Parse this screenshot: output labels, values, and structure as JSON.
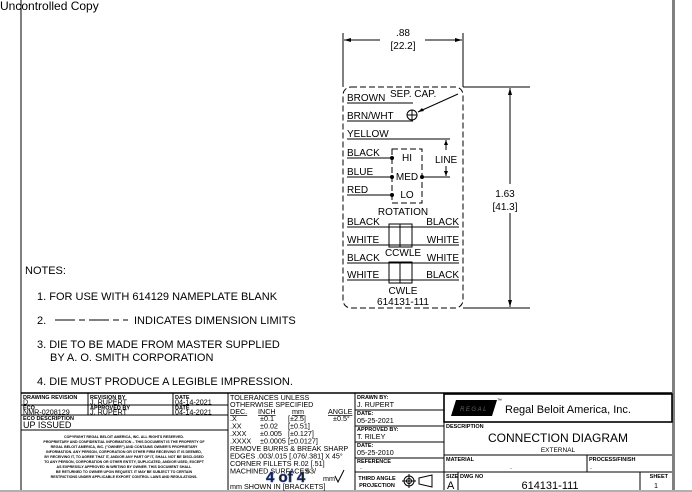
{
  "header": {
    "watermark": "Uncontrolled Copy"
  },
  "notes": {
    "title": "NOTES:",
    "items": [
      "1. FOR USE WITH 614129 NAMEPLATE BLANK",
      "2.",
      "INDICATES DIMENSION LIMITS",
      "3. DIE TO BE MADE FROM MASTER SUPPLIED",
      "BY A. O. SMITH CORPORATION",
      "4. DIE MUST PRODUCE A LEGIBLE IMPRESSION."
    ]
  },
  "drawing": {
    "width_in": ".88",
    "width_mm": "[22.2]",
    "height_in": "1.63",
    "height_mm": "[41.3]",
    "sep_cap": "SEP. CAP.",
    "wires_left": [
      "BROWN",
      "BRN/WHT",
      "YELLOW",
      "BLACK",
      "BLUE",
      "RED"
    ],
    "speeds": [
      "HI",
      "MED",
      "LO"
    ],
    "line": "LINE",
    "rotation": "ROTATION",
    "ccwle": {
      "label": "CCWLE",
      "left": [
        "BLACK",
        "WHITE"
      ],
      "right": [
        "BLACK",
        "WHITE"
      ]
    },
    "cwle": {
      "label": "CWLE",
      "left": [
        "BLACK",
        "WHITE"
      ],
      "right": [
        "WHITE",
        "BLACK"
      ]
    },
    "part_number": "614131-111"
  },
  "title_block": {
    "drawing_revision_label": "DRAWING REVISION",
    "drawing_revision": "D",
    "revision_by_label": "REVISION BY",
    "revision_by": "J. RUPERT",
    "date_label": "DATE",
    "revision_date": "04-14-2021",
    "eco_label": "ECO",
    "eco": "NMR-0208129",
    "approved_by_label": "APPROVED BY",
    "approved_by": "J. RUPERT",
    "approved_date": "04-14-2021",
    "eco_description_label": "ECO DESCRIPTION",
    "eco_description": "UP ISSUED",
    "copyright": [
      "COPYRIGHT REGAL BELOIT AMERICA, INC. ALL RIGHTS RESERVED.",
      "PROPRIETARY AND CONFIDENTIAL INFORMATION – THIS DOCUMENT IS THE PROPERTY OF",
      "REGAL BELOIT AMERICA, INC. (\"OWNER\") AND CONTAINS OWNER'S PROPRIETARY",
      "INFORMATION. ANY PERSON, CORPORATION OR OTHER FIRM RECEIVING IT IS DEEMED,",
      "BY RECEIVING IT, TO AGREE THAT IT, AND/OR ANY PART OF IT, SHALL NOT BE DISCLOSED",
      "TO ANY PERSON, CORPORATION OR OTHER ENTITY, DUPLICATED, AND/OR USED, EXCEPT",
      "AS EXPRESSLY APPROVED IN WRITING BY OWNER. THIS DOCUMENT SHALL",
      "BE RETURNED TO OWNER UPON REQUEST. IT MAY BE SUBJECT TO CERTAIN",
      "RESTRICTIONS UNDER APPLICABLE EXPORT CONTROL LAWS AND REGULATIONS."
    ],
    "tolerances": {
      "title1": "TOLERANCES UNLESS",
      "title2": "OTHERWISE SPECIFIED",
      "headers": [
        "DEC.",
        "INCH",
        "mm",
        "ANGLE"
      ],
      "rows": [
        [
          ".X",
          "±0.1",
          "[±2.5]",
          "±0.5°"
        ],
        [
          ".XX",
          "±0.02",
          "[±0.51]",
          ""
        ],
        [
          ".XXX",
          "±0.005",
          "[±0.127]",
          ""
        ],
        [
          ".XXXX",
          "±0.0005",
          "[±0.0127]",
          ""
        ]
      ],
      "remove_burrs": "REMOVE BURRS & BREAK SHARP",
      "edges": "EDGES .003/.015 [.076/.381] X 45°",
      "corner_fillets": "CORNER FILLETS R.02 [.51]",
      "machined": "MACHINED SURFACES",
      "finish": "63/",
      "finish_mm": "mm",
      "mm_shown": "mm SHOWN IN [BRACKETS]"
    },
    "page_indicator": "4 of 4",
    "drawn_by_label": "DRAWN BY:",
    "drawn_by": "J. RUPERT",
    "drawn_date_label": "DATE:",
    "drawn_date": "05-25-2021",
    "approved2_label": "APPROVED BY:",
    "approved2": "T. RILEY",
    "approved2_date_label": "DATE:",
    "approved2_date": "05-25-2010",
    "reference_label": "REFERENCE",
    "reference": ".",
    "projection": [
      "THIRD ANGLE",
      "PROJECTION"
    ],
    "logo_text": "REGAL",
    "trademark": "™",
    "company": "Regal Beloit America, Inc.",
    "description_label": "DESCRIPTION",
    "description": "CONNECTION  DIAGRAM",
    "description_sub": "EXTERNAL",
    "material_label": "MATERIAL",
    "material": ".",
    "process_label": "PROCESS/FINISH",
    "process": ".",
    "size_label": "SIZE",
    "size": "A",
    "dwg_no_label": "DWG NO",
    "dwg_no": "614131-111",
    "sheet_label": "SHEET",
    "sheet": "1"
  }
}
